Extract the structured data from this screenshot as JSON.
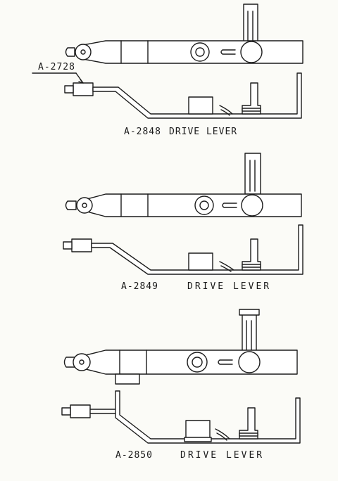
{
  "callout": {
    "part_number": "A-2728"
  },
  "drawings": [
    {
      "part_number": "A-2848",
      "title": "DRIVE LEVER"
    },
    {
      "part_number": "A-2849",
      "title": "DRIVE LEVER"
    },
    {
      "part_number": "A-2850",
      "title": "DRIVE LEVER"
    }
  ],
  "colors": {
    "ink": "#1b1b1b",
    "paper": "#fbfbf7",
    "part_fill": "#ffffff"
  }
}
